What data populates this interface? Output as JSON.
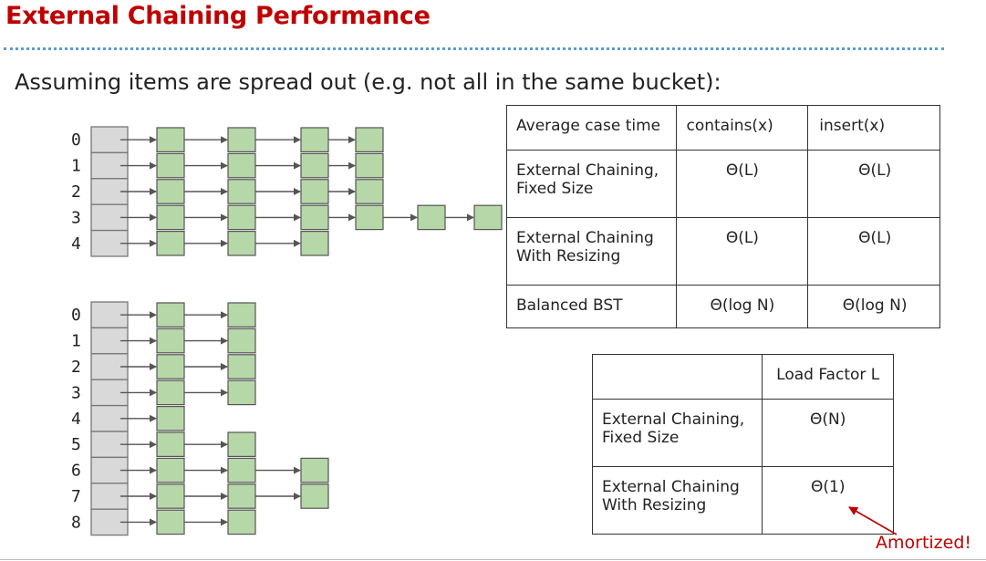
{
  "slide": {
    "title": "External Chaining Performance",
    "subtitle": "Assuming items are spread out (e.g. not all in the same bucket):"
  },
  "diagram1": {
    "bucket_labels": [
      "0",
      "1",
      "2",
      "3",
      "4"
    ],
    "chain_lengths": [
      4,
      4,
      4,
      6,
      3
    ]
  },
  "diagram2": {
    "bucket_labels": [
      "0",
      "1",
      "2",
      "3",
      "4",
      "5",
      "6",
      "7",
      "8"
    ],
    "chain_lengths": [
      2,
      2,
      2,
      2,
      1,
      2,
      3,
      3,
      2
    ]
  },
  "runtime_table": {
    "headers": [
      "Average case time",
      "contains(x)",
      "insert(x)"
    ],
    "rows": [
      {
        "name": "External Chaining, Fixed Size",
        "contains": "Θ(L)",
        "insert": "Θ(L)"
      },
      {
        "name": "External Chaining With Resizing",
        "contains": "Θ(L)",
        "insert": "Θ(L)"
      },
      {
        "name": "Balanced BST",
        "contains": "Θ(log N)",
        "insert": "Θ(log N)"
      }
    ]
  },
  "load_factor_table": {
    "headers": [
      "",
      "Load Factor L"
    ],
    "rows": [
      {
        "name": "External Chaining, Fixed Size",
        "value": "Θ(N)"
      },
      {
        "name": "External Chaining With Resizing",
        "value": "Θ(1)"
      }
    ]
  },
  "annotation": {
    "text": "Amortized!"
  },
  "colors": {
    "title": "#c00000",
    "divider": "#5b9bd5",
    "bucket_fill": "#d9d9d9",
    "node_fill": "#b6d7a8",
    "annotation": "#c00000"
  }
}
